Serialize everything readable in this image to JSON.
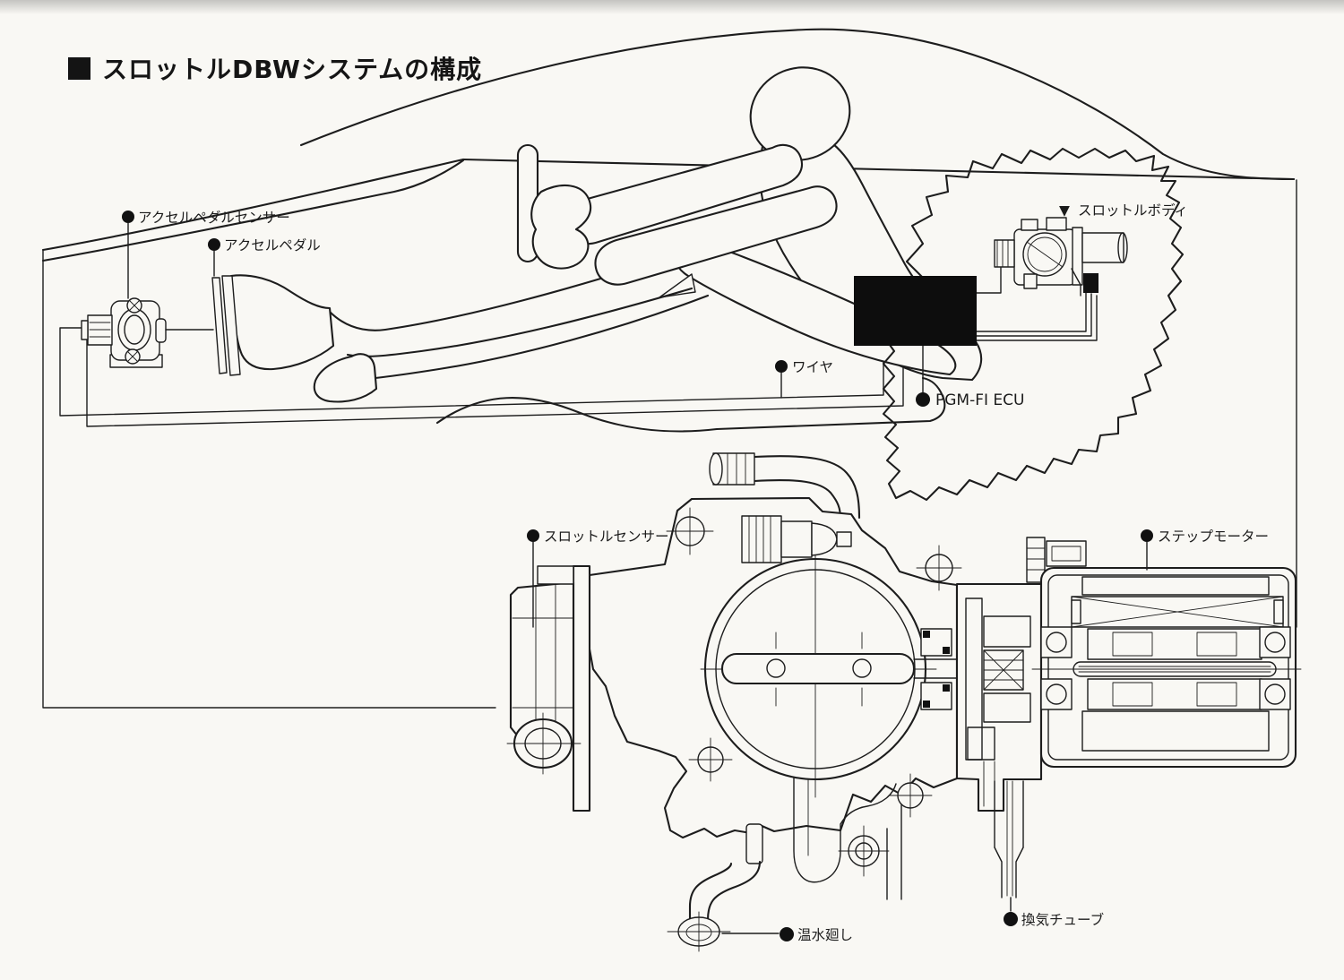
{
  "title": {
    "marker_icon": "black-square",
    "text": "スロットルDBWシステムの構成"
  },
  "colors": {
    "ink": "#1d1d1d",
    "paper": "#f9f8f4",
    "ecu_fill": "#0d0d0d"
  },
  "labels": {
    "accel_pedal_sensor": "アクセルペダルセンサー",
    "accel_pedal": "アクセルペダル",
    "wire": "ワイヤ",
    "ecu": "PGM-FI ECU",
    "throttle_body_marker": "▼",
    "throttle_body": "スロットルボディ",
    "throttle_sensor": "スロットルセンサー",
    "step_motor": "ステップモーター",
    "warm_water_circuit": "温水廻し",
    "vent_tube": "換気チューブ"
  }
}
